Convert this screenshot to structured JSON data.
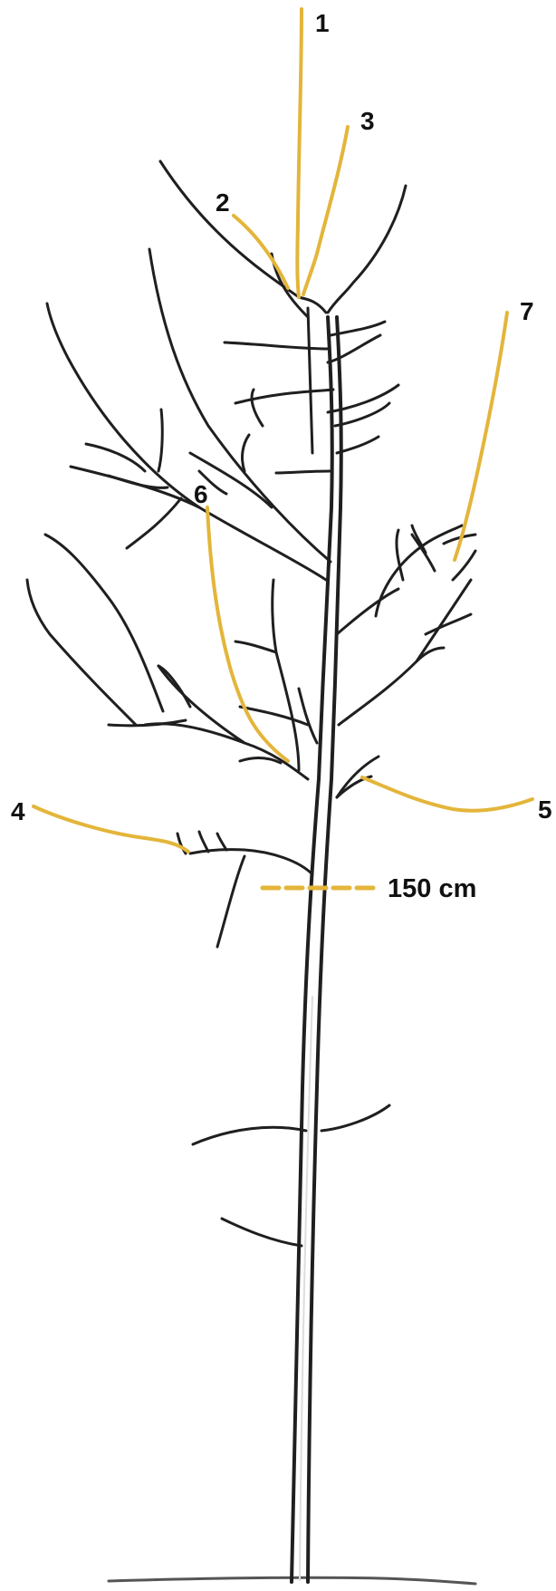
{
  "colors": {
    "wood": "#1f1f1f",
    "highlight": "#e3b53a",
    "text": "#111111",
    "background": "#ffffff"
  },
  "labels": {
    "b1": "1",
    "b2": "2",
    "b3": "3",
    "b4": "4",
    "b5": "5",
    "b6": "6",
    "b7": "7"
  },
  "measurement": {
    "height_text": "150 cm"
  }
}
